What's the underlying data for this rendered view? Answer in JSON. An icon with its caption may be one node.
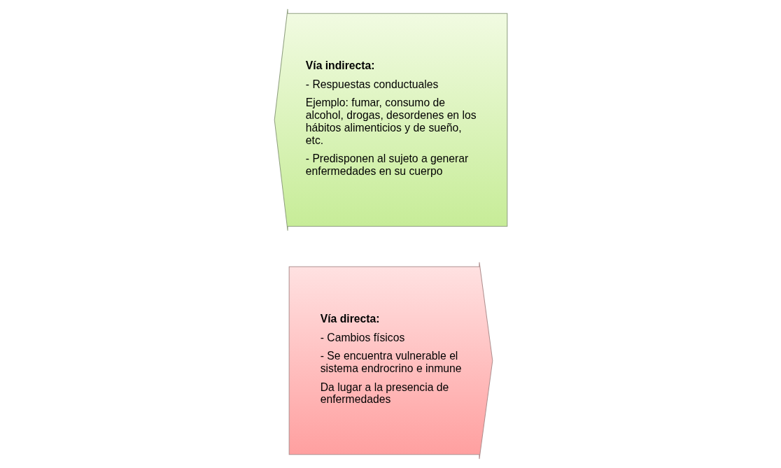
{
  "diagram": {
    "nodes": [
      {
        "text": [
          "Vía directa:",
          "- Cambios físicos",
          "- Se encuentra vulnerable el sistema endrocrino e inmune",
          "Da lugar a la presencia de enfermedades"
        ]
      },
      {
        "text": [
          "Vía indirecta:",
          "- Respuestas conductuales",
          "Ejemplo: fumar, consumo de alcohol, drogas, desordenes en los hábitos alimenticios y de sueño, etc.",
          "- Predisponen al sujeto a generar enfermedades en su cuerpo"
        ]
      }
    ]
  }
}
